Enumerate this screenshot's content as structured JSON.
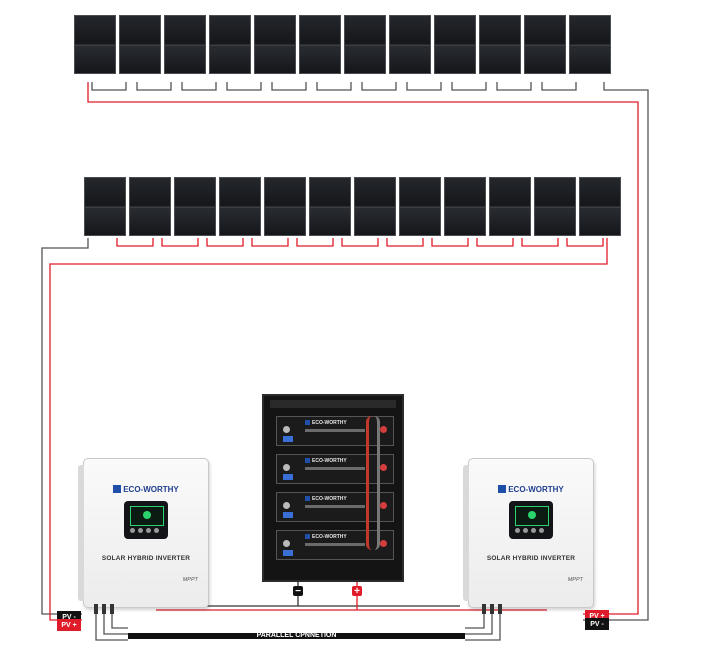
{
  "inverters": [
    {
      "brand": "ECO-WORTHY",
      "model": "SOLAR HYBRID INVERTER",
      "mppt": "MPPT"
    },
    {
      "brand": "ECO-WORTHY",
      "model": "SOLAR HYBRID INVERTER",
      "mppt": "MPPT"
    }
  ],
  "battery": {
    "brand": "ECO-WORTHY",
    "module_count": 4
  },
  "labels": {
    "pv_neg": "PV -",
    "pv_pos": "PV +",
    "parallel": "PARALLEL CPNNETION",
    "neg_symbol": "−",
    "pos_symbol": "+"
  },
  "solar_arrays": [
    {
      "panel_count": 12
    },
    {
      "panel_count": 12
    }
  ],
  "colors": {
    "positive": "#e01c2a",
    "negative": "#111111",
    "wire_neg": "#555555",
    "panel": "#1a1c20",
    "brand_blue": "#1f3f8f"
  }
}
